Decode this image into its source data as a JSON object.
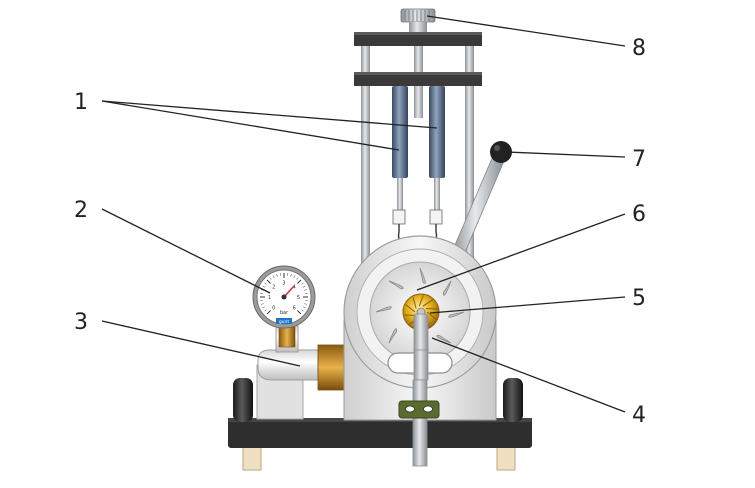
{
  "diagram": {
    "callouts": [
      {
        "id": "1",
        "label": "1"
      },
      {
        "id": "2",
        "label": "2"
      },
      {
        "id": "3",
        "label": "3"
      },
      {
        "id": "4",
        "label": "4"
      },
      {
        "id": "5",
        "label": "5"
      },
      {
        "id": "6",
        "label": "6"
      },
      {
        "id": "7",
        "label": "7"
      },
      {
        "id": "8",
        "label": "8"
      }
    ],
    "gauge": {
      "unit": "bar",
      "brand": "gunt",
      "scale": [
        "0",
        "1",
        "2",
        "3",
        "4",
        "5",
        "6"
      ]
    },
    "colors": {
      "frame_dark": "#3a3a3a",
      "rod": "#b8bcc0",
      "cylinder": "#5a6f8a",
      "brass": "#c8921e",
      "housing": "#e9e9e9",
      "base": "#2e2e2e",
      "feet": "#efe0c2",
      "clamp": "#5a6b2e"
    }
  }
}
